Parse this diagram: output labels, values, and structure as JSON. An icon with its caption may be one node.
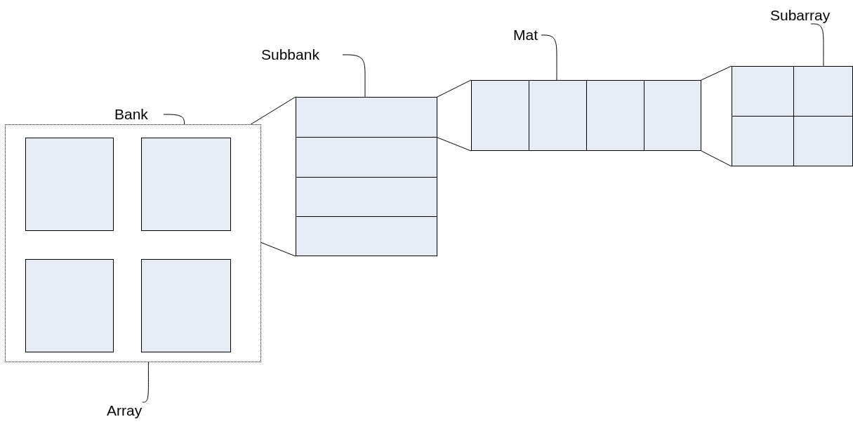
{
  "diagram": {
    "nodes": [
      {
        "text": [],
        "shape": "box"
      },
      {
        "text": [],
        "shape": "box",
        "in": 0
      },
      {
        "text": [],
        "shape": "box",
        "in": 0
      },
      {
        "text": [],
        "shape": "box",
        "in": 0
      },
      {
        "text": [],
        "shape": "box",
        "in": 0
      },
      {
        "text": [],
        "shape": "box"
      },
      {
        "text": [],
        "shape": "box",
        "in": 5
      },
      {
        "text": [],
        "shape": "box",
        "in": 5
      },
      {
        "text": [],
        "shape": "box",
        "in": 5
      },
      {
        "text": [],
        "shape": "box",
        "in": 5
      },
      {
        "text": [],
        "shape": "box"
      },
      {
        "text": [],
        "shape": "box",
        "in": 10
      },
      {
        "text": [],
        "shape": "box",
        "in": 10
      },
      {
        "text": [],
        "shape": "box",
        "in": 10
      },
      {
        "text": [],
        "shape": "box",
        "in": 10
      },
      {
        "text": [],
        "shape": "box"
      },
      {
        "text": [],
        "shape": "box",
        "in": 15
      },
      {
        "text": [],
        "shape": "box",
        "in": 15
      },
      {
        "text": [],
        "shape": "box",
        "in": 15
      },
      {
        "text": [],
        "shape": "box",
        "in": 15
      },
      {
        "text": [
          "Bank"
        ]
      },
      {
        "text": [
          "Subbank"
        ]
      },
      {
        "text": [
          "Mat"
        ]
      },
      {
        "text": [
          "Subarray"
        ]
      },
      {
        "text": [
          "Array"
        ]
      }
    ],
    "edges": [
      {
        "from": 20,
        "to": 2,
        "arrow": "none"
      },
      {
        "from": 21,
        "to": 5,
        "arrow": "none"
      },
      {
        "from": 22,
        "to": 10,
        "arrow": "none"
      },
      {
        "from": 23,
        "to": 15,
        "arrow": "none"
      },
      {
        "from": 24,
        "to": 0,
        "arrow": "none"
      },
      {
        "from": 2,
        "to": 5,
        "arrow": "none"
      },
      {
        "from": 2,
        "to": 5,
        "arrow": "none"
      },
      {
        "from": 5,
        "to": 10,
        "arrow": "none"
      },
      {
        "from": 5,
        "to": 10,
        "arrow": "none"
      },
      {
        "from": 10,
        "to": 15,
        "arrow": "none"
      },
      {
        "from": 10,
        "to": 15,
        "arrow": "none"
      }
    ]
  }
}
